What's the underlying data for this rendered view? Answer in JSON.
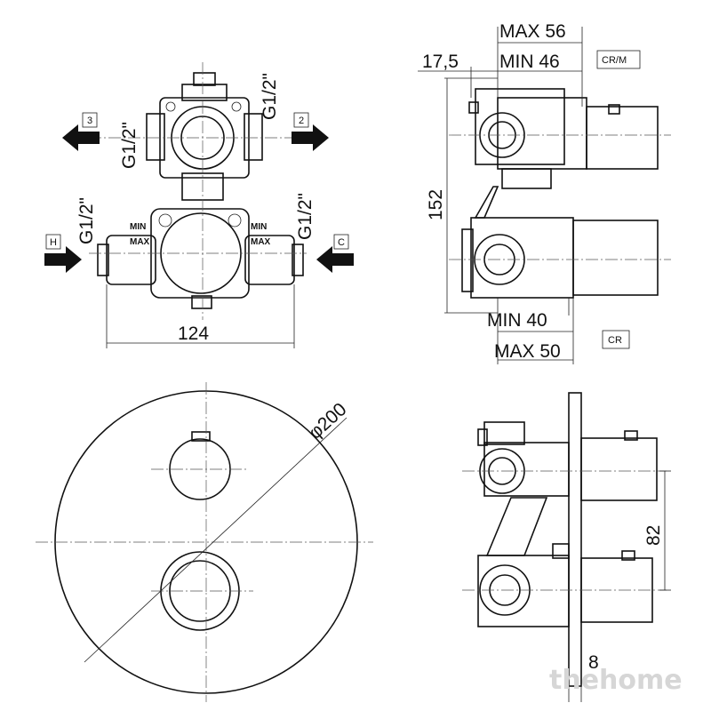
{
  "top_left": {
    "ports": [
      {
        "id": "3",
        "thread": "G1/2\""
      },
      {
        "id": "2",
        "thread": "G1/2\""
      },
      {
        "id": "H",
        "thread": "G1/2\""
      },
      {
        "id": "C",
        "thread": "G1/2\""
      }
    ],
    "min_label": "MIN",
    "max_label": "MAX",
    "width": "124"
  },
  "top_right": {
    "max_depth": "MAX 56",
    "min_depth": "MIN 46",
    "offset": "17,5",
    "tag_upper": "CR/M",
    "height": "152",
    "min_depth_lower": "MIN 40",
    "max_depth_lower": "MAX 50",
    "tag_lower": "CR"
  },
  "bottom_left": {
    "diameter": "φ200"
  },
  "bottom_right": {
    "spacing": "82",
    "plate": "8"
  },
  "watermark": "thehome"
}
